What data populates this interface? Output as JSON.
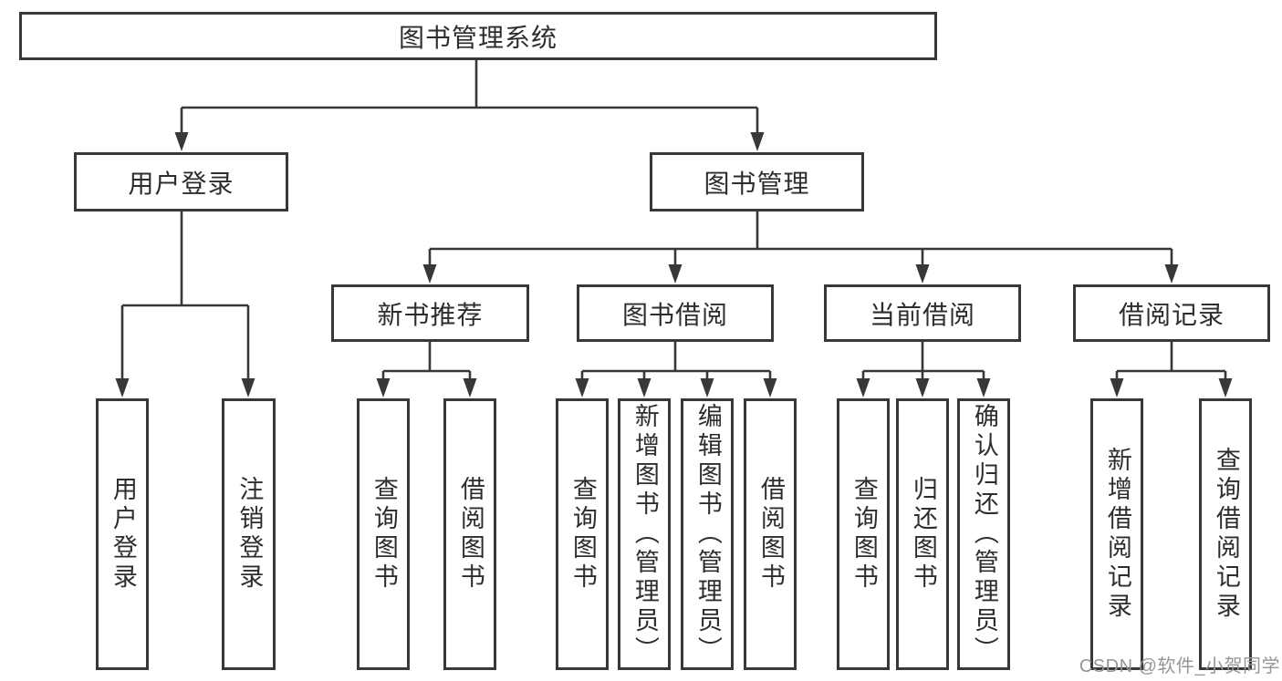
{
  "diagram": {
    "root": "图书管理系统",
    "level2": {
      "user_login": "用户登录",
      "book_management": "图书管理"
    },
    "level3": {
      "new_book_recommend": "新书推荐",
      "book_borrow": "图书借阅",
      "current_borrow": "当前借阅",
      "borrow_records": "借阅记录"
    },
    "leaves": {
      "user_login": "用户登录",
      "logout": "注销登录",
      "recommend_query_books": "查询图书",
      "recommend_borrow_books": "借阅图书",
      "borrow_query_books": "查询图书",
      "borrow_add_books_admin": "新增图书（管理员）",
      "borrow_edit_books_admin": "编辑图书（管理员）",
      "borrow_borrow_books": "借阅图书",
      "current_query_books": "查询图书",
      "current_return_books": "归还图书",
      "current_confirm_return_admin": "确认归还（管理员）",
      "records_add_record": "新增借阅记录",
      "records_query_record": "查询借阅记录"
    },
    "watermark": "CSDN @软件_小贺同学",
    "colors": {
      "line": "#383838",
      "box_border": "#383838",
      "text": "#2d2d2d",
      "watermark": "#969696",
      "background": "#ffffff"
    }
  }
}
